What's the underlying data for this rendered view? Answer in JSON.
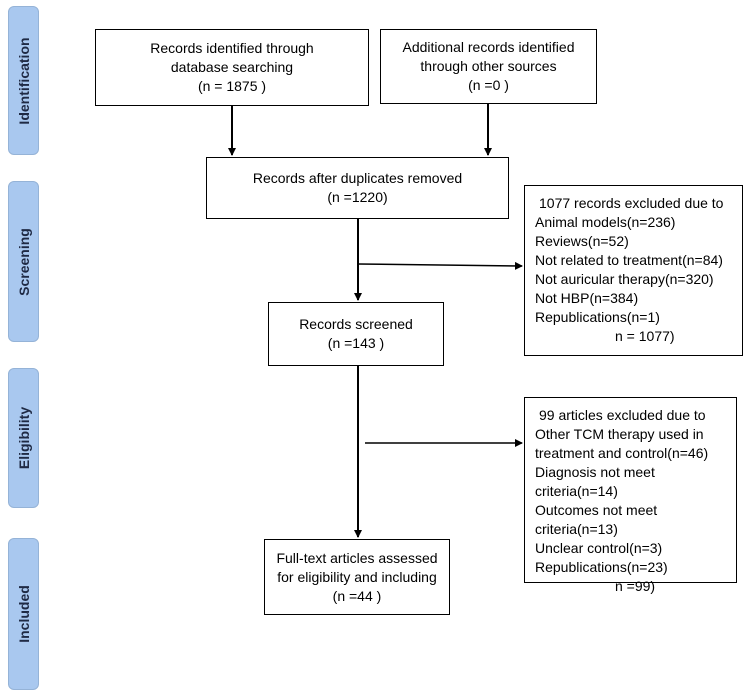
{
  "phases": {
    "identification": "Identification",
    "screening": "Screening",
    "eligibility": "Eligibility",
    "included": "Included"
  },
  "boxes": {
    "database": {
      "line1": "Records identified through",
      "line2": "database searching",
      "line3": "(n = 1875  )"
    },
    "additional": {
      "line1": "Additional records identified",
      "line2": "through other sources",
      "line3": "(n =0 )"
    },
    "duplicates": {
      "line1": "Records after duplicates removed",
      "line2": "(n =1220)"
    },
    "screened": {
      "line1": "Records screened",
      "line2": "(n =143 )"
    },
    "fulltext": {
      "line1": "Full-text articles assessed",
      "line2": "for eligibility and including",
      "line3": "(n =44 )"
    }
  },
  "excluded_records": {
    "heading": "1077 records excluded due to",
    "items": [
      "Animal models(n=236)",
      "Reviews(n=52)",
      "Not related to treatment(n=84)",
      "Not auricular therapy(n=320)",
      "Not HBP(n=384)",
      "Republications(n=1)"
    ],
    "total": "n = 1077)"
  },
  "excluded_articles": {
    "heading": "99 articles excluded due to",
    "items": [
      "Other TCM therapy used in",
      "treatment and control(n=46)",
      "Diagnosis not meet",
      "criteria(n=14)",
      "Outcomes not meet",
      "criteria(n=13)",
      "Unclear control(n=3)",
      "Republications(n=23)"
    ],
    "total": "n =99)"
  }
}
